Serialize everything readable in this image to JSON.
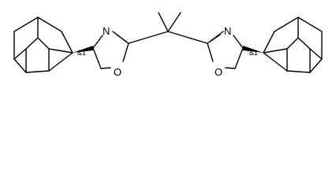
{
  "molecule": {
    "atoms": {
      "n_left": "N",
      "o_left": "O",
      "n_right": "N",
      "o_right": "O"
    },
    "stereo": {
      "left": "&1",
      "right": "&1"
    }
  }
}
